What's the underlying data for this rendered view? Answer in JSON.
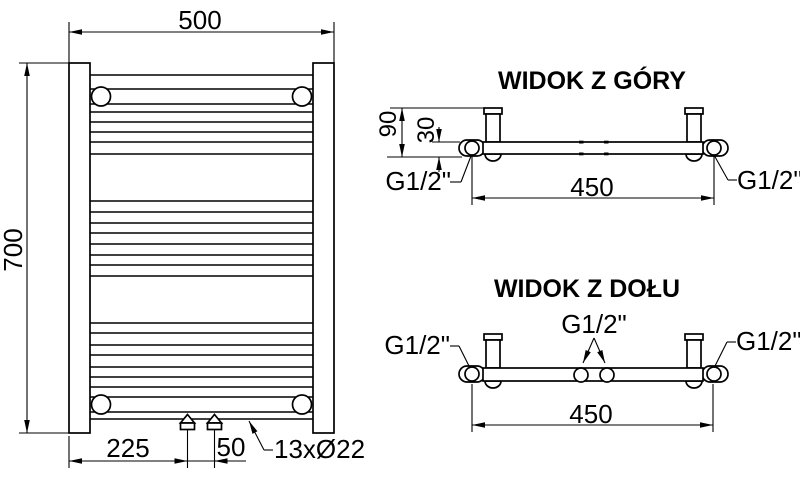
{
  "drawing": {
    "background": "#ffffff",
    "line_color": "#000000"
  },
  "front_view": {
    "width_dim": "500",
    "height_dim": "700",
    "bottom_offset_dim": "225",
    "spacing_dim": "50",
    "tubes_label": "13xØ22",
    "rung_lines_y": [
      75,
      89,
      104,
      112,
      122,
      132,
      142,
      154,
      201,
      212,
      223,
      233,
      244,
      255,
      265,
      276,
      323,
      333,
      345,
      355,
      367,
      377,
      387,
      397,
      412,
      419
    ]
  },
  "top_view": {
    "title": "WIDOK Z GÓRY",
    "depth_dim": "90",
    "wall_offset_dim": "30",
    "axis_span_dim": "450",
    "left_conn": "G1/2\"",
    "right_conn": "G1/2\""
  },
  "bottom_view": {
    "title": "WIDOK Z DOŁU",
    "axis_span_dim": "450",
    "left_conn": "G1/2\"",
    "center_conn": "G1/2\"",
    "right_conn": "G1/2\""
  }
}
